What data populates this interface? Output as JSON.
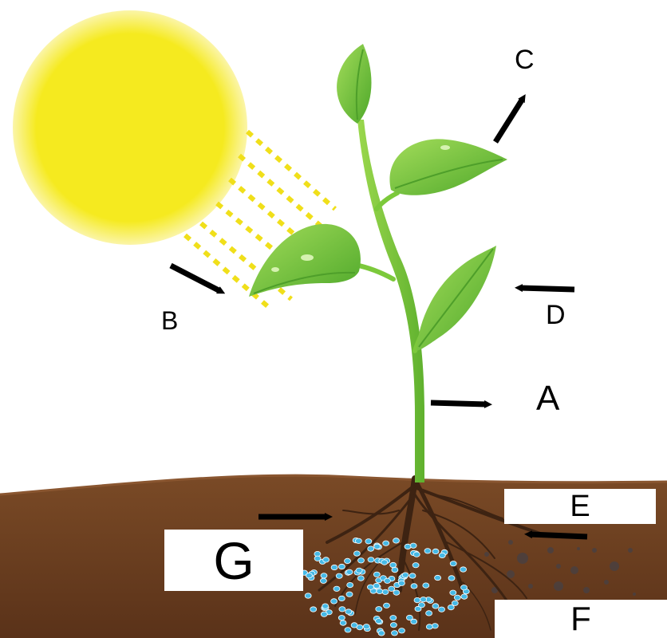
{
  "labels": {
    "a": "A",
    "b": "B",
    "c": "C",
    "d": "D",
    "e": "E",
    "f": "F",
    "g": "G"
  },
  "colors": {
    "sun": "#f5ea1f",
    "sun_rays": "#f2e21a",
    "leaf": "#6cc13a",
    "leaf_light": "#a6dc5c",
    "stem": "#7fcb3a",
    "soil": "#6f4223",
    "soil_dark": "#4a2a14",
    "roots": "#3d2312",
    "water": "#46b9e6",
    "arrow": "#000000"
  }
}
